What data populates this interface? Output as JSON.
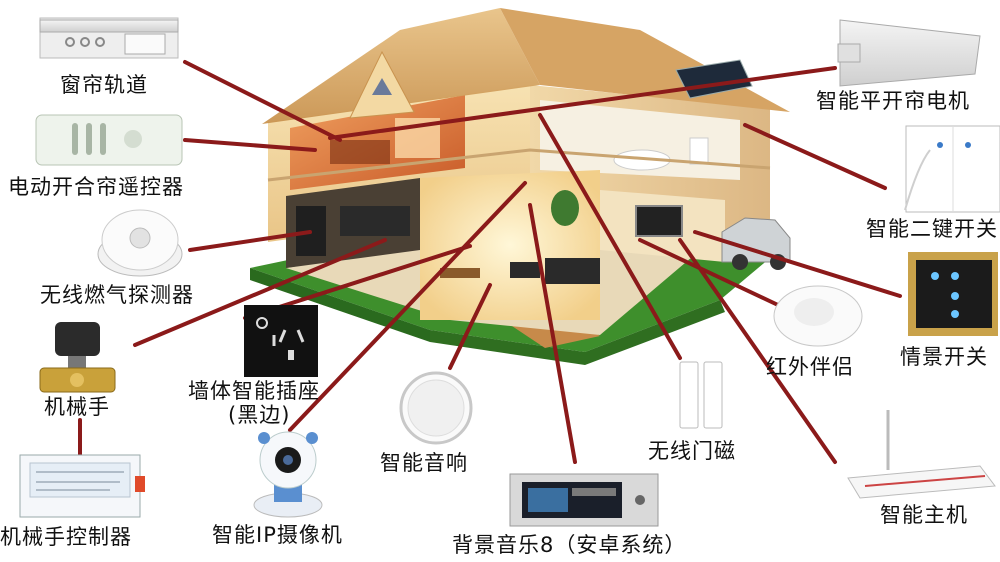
{
  "colors": {
    "connector": "#8b1a1a",
    "roof": "#d9a86a",
    "wall_warm": "#f3d9a3",
    "lawn": "#3e8f2c",
    "interior_glow": "#fff3c8"
  },
  "devices": [
    {
      "id": "curtain-track",
      "label": "窗帘轨道",
      "icon": "curtain-rail-icon"
    },
    {
      "id": "curtain-remote",
      "label": "电动开合帘遥控器",
      "icon": "remote-control-icon"
    },
    {
      "id": "gas-detector",
      "label": "无线燃气探测器",
      "icon": "smoke-detector-icon"
    },
    {
      "id": "manipulator",
      "label": "机械手",
      "icon": "valve-actuator-icon"
    },
    {
      "id": "manipulator-controller",
      "label": "机械手控制器",
      "icon": "controller-box-icon"
    },
    {
      "id": "wall-socket",
      "label": "墙体智能插座",
      "label2": "(黑边)",
      "icon": "power-socket-icon"
    },
    {
      "id": "ip-camera",
      "label": "智能IP摄像机",
      "icon": "ip-camera-icon"
    },
    {
      "id": "smart-speaker",
      "label": "智能音响",
      "icon": "ceiling-speaker-icon"
    },
    {
      "id": "bg-music",
      "label": "背景音乐8（安卓系统）",
      "icon": "music-panel-icon"
    },
    {
      "id": "door-sensor",
      "label": "无线门磁",
      "icon": "door-sensor-icon"
    },
    {
      "id": "ir-companion",
      "label": "红外伴侣",
      "icon": "ir-blaster-icon"
    },
    {
      "id": "main-host",
      "label": "智能主机",
      "icon": "router-icon"
    },
    {
      "id": "scene-switch",
      "label": "情景开关",
      "icon": "touch-panel-icon"
    },
    {
      "id": "two-key-switch",
      "label": "智能二键开关",
      "icon": "wall-switch-icon"
    },
    {
      "id": "curtain-motor",
      "label": "智能平开帘电机",
      "icon": "curtain-motor-icon"
    }
  ]
}
